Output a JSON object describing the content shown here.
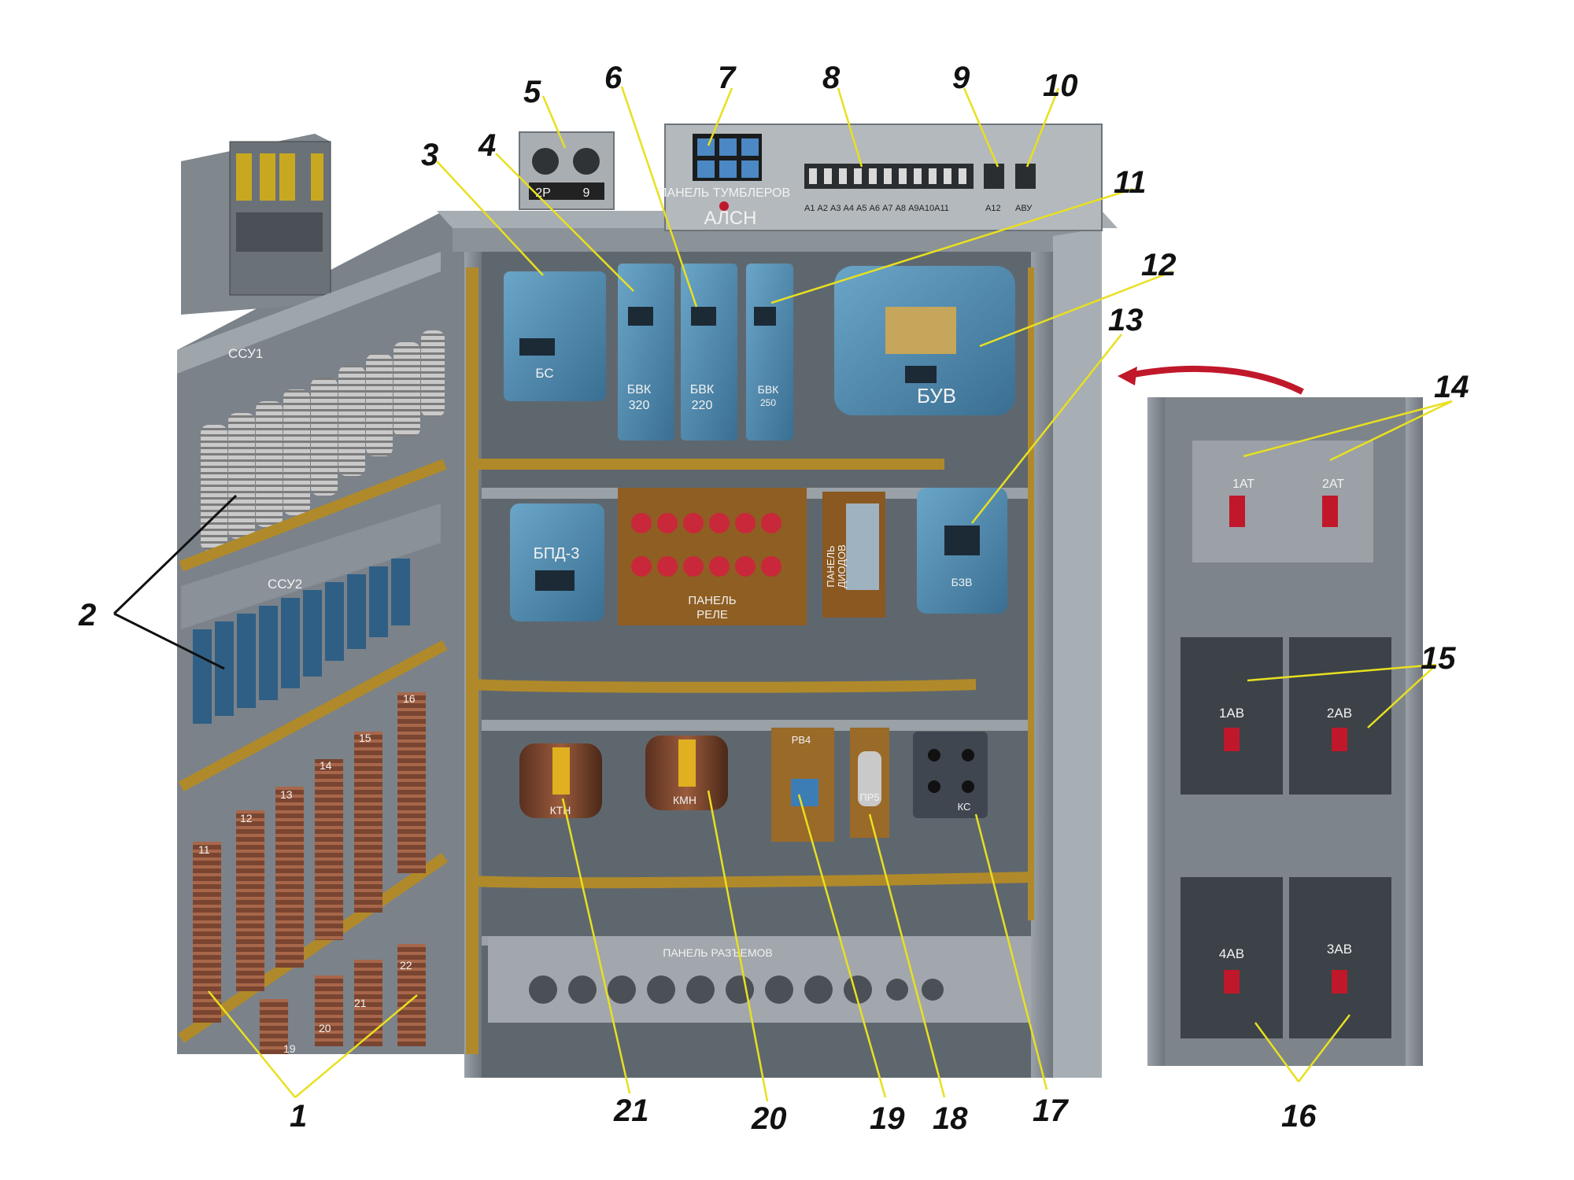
{
  "callouts": [
    "1",
    "2",
    "3",
    "4",
    "5",
    "6",
    "7",
    "8",
    "9",
    "10",
    "11",
    "12",
    "13",
    "14",
    "15",
    "16",
    "17",
    "18",
    "19",
    "20",
    "21"
  ],
  "labels": {
    "ssu1": "ССУ1",
    "ssu2": "ССУ2",
    "bs": "БС",
    "bvk320_a": "БВК",
    "bvk320_b": "320",
    "bvk220_a": "БВК",
    "bvk220_b": "220",
    "bvk250_a": "БВК",
    "bvk250_b": "250",
    "buv": "БУВ",
    "bpd3": "БПД-3",
    "panel_rele_a": "ПАНЕЛЬ",
    "panel_rele_b": "РЕЛЕ",
    "panel_diodov_a": "ПАНЕЛЬ",
    "panel_diodov_b": "ДИОДОВ",
    "bzv": "БЗВ",
    "rv4": "РВ4",
    "pr5": "ПР5",
    "ks": "КС",
    "ktn": "КТН",
    "kmn": "КМН",
    "panel_razemov": "ПАНЕЛЬ РАЗЪЕМОВ",
    "panel_tumblerov": "ПАНЕЛЬ ТУМБЛЕРОВ",
    "alsn": "АЛСН",
    "conn_2p": "2Р",
    "conn_9": "9",
    "breakers_row": "А1 А2 А3 А4 А5 А6 А7 А8 А9А10А11",
    "a12": "А12",
    "avu": "АВУ",
    "at1": "1АТ",
    "at2": "2АТ",
    "av1": "1АВ",
    "av2": "2АВ",
    "av3": "3АВ",
    "av4": "4АВ",
    "res": [
      "11",
      "12",
      "13",
      "14",
      "15",
      "16",
      "19",
      "20",
      "21",
      "22"
    ]
  },
  "colors": {
    "blue_box": "#4f89ad",
    "frame_grey": "#8d949c",
    "cable_gold": "#b08a2a",
    "red_relay": "#c8283a",
    "leader_yellow": "#e8e020",
    "arrow_red": "#c0182a"
  }
}
